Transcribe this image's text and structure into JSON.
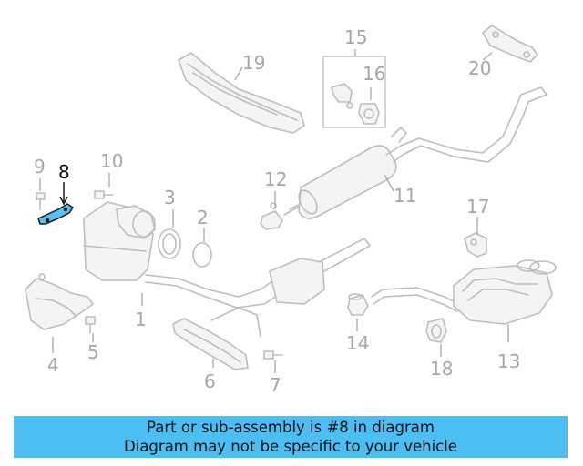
{
  "diagram": {
    "highlighted_part": "8",
    "callouts": {
      "c1": "1",
      "c2": "2",
      "c3": "3",
      "c4": "4",
      "c5": "5",
      "c6": "6",
      "c7": "7",
      "c8": "8",
      "c9": "9",
      "c10": "10",
      "c11": "11",
      "c12": "12",
      "c13": "13",
      "c14": "14",
      "c15": "15",
      "c16": "16",
      "c17": "17",
      "c18": "18",
      "c19": "19",
      "c20": "20"
    },
    "colors": {
      "highlight": "#5bc0f5",
      "banner": "#4dbef2",
      "parts": "#bdbdbd"
    }
  },
  "banner": {
    "line1": "Part or sub-assembly is #8 in diagram",
    "line2": "Diagram may not be specific to your vehicle"
  }
}
